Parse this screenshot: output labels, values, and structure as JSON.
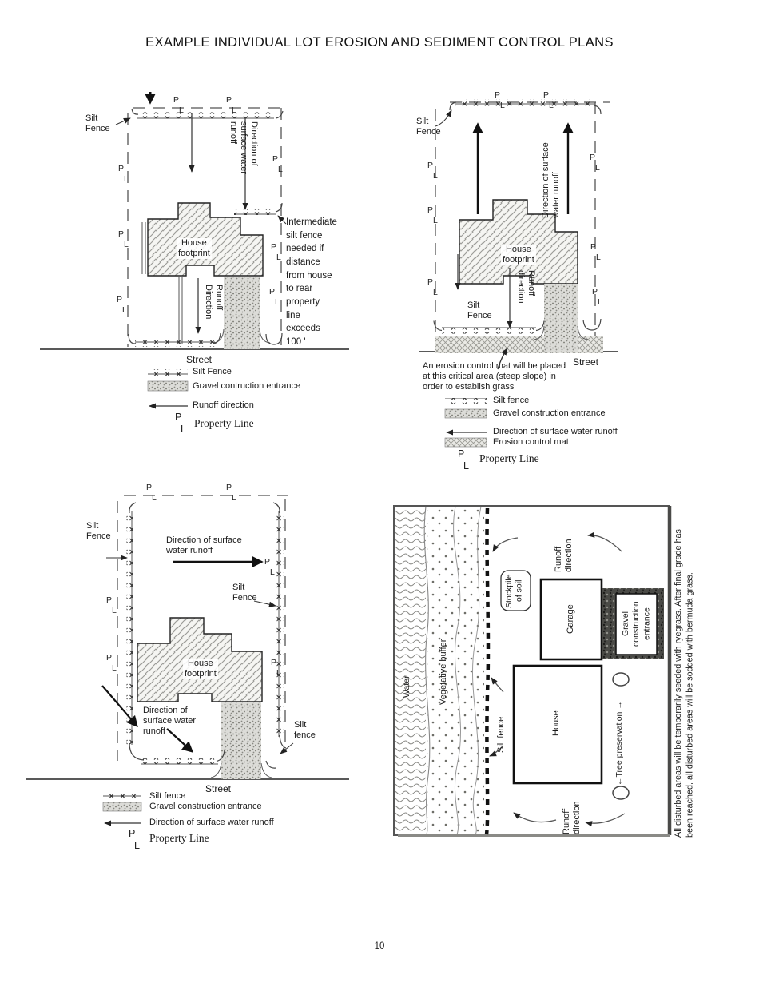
{
  "page": {
    "title": "EXAMPLE INDIVIDUAL LOT EROSION AND SEDIMENT CONTROL PLANS",
    "page_number": "10"
  },
  "shared": {
    "p": "P",
    "l": "L"
  },
  "d1": {
    "silt_fence": "Silt\nFence",
    "direction": "Direction of\nsurface water\nrunoff",
    "house": "House\nfootprint",
    "runoff": "Runoff\nDirection",
    "note": "Intermediate\nsilt fence\nneeded if\ndistance\nfrom house\nto rear\nproperty\nline\nexceeds\n100 '",
    "street": "Street",
    "legend": {
      "silt": "Silt Fence",
      "gravel": "Gravel contruction entrance",
      "runoff": "Runoff direction",
      "property": "Property Line"
    }
  },
  "d2": {
    "silt_fence_top": "Silt\nFence",
    "direction": "Direction of surface\nwater runoff",
    "house": "House\nfootprint",
    "silt_fence_bottom": "Silt\nFence",
    "runoff": "Runoff\ndirection",
    "street": "Street",
    "note": "An erosion control mat will be placed\nat this critical area (steep slope) in\norder to establish grass",
    "legend": {
      "silt": "Silt fence",
      "gravel": "Gravel construction entrance",
      "direction": "Direction of surface water runoff",
      "mat": "Erosion control mat",
      "property": "Property Line"
    }
  },
  "d3": {
    "silt_fence_left": "Silt\nFence",
    "direction_top": "Direction of surface\nwater runoff",
    "silt_fence_mid": "Silt\nFence",
    "house": "House\nfootprint",
    "direction_bottom": "Direction of\nsurface water\nrunoff",
    "silt_fence_right": "Silt\nfence",
    "street": "Street",
    "legend": {
      "silt": "Silt fence",
      "gravel": "Gravel construction entrance",
      "direction": "Direction of surface water runoff",
      "property": "Property Line"
    }
  },
  "d4": {
    "runoff_top": "Runoff\ndirection",
    "stockpile": "Stockpile\nof soil",
    "garage": "Garage",
    "gravel": "Gravel\nconstruction\nentrance",
    "water": "Water",
    "veg_buffer": "Vegetative buffer",
    "silt_fence": "Silt fence",
    "house": "House",
    "tree": "←Tree preservation →",
    "runoff_bottom": "Runoff\ndirection",
    "margin_note": "All disturbed areas will be temporarily seeded with ryegrass.  After final grade has\nbeen reached, all disturbed areas will be sodded with bermuda grass."
  }
}
